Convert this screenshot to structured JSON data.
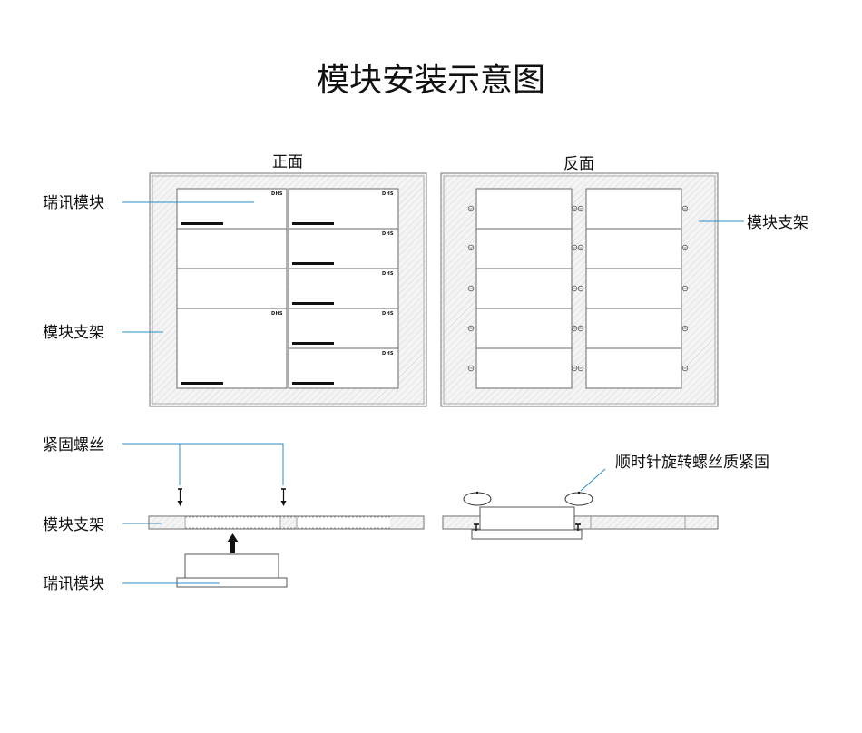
{
  "title": "模块安装示意图",
  "front": {
    "heading": "正面",
    "logo": "DHS"
  },
  "back": {
    "heading": "反面"
  },
  "labels": {
    "module_top": "瑞讯模块",
    "frame_left": "模块支架",
    "frame_right": "模块支架",
    "screw_label": "紧固螺丝",
    "rail_label": "模块支架",
    "module_bottom": "瑞讯模块",
    "rotate_label": "顺时针旋转螺丝质紧固"
  },
  "colors": {
    "leader": "#2a8fc7",
    "frame": "#7a7a7a",
    "module_border": "#6a6a6a"
  }
}
